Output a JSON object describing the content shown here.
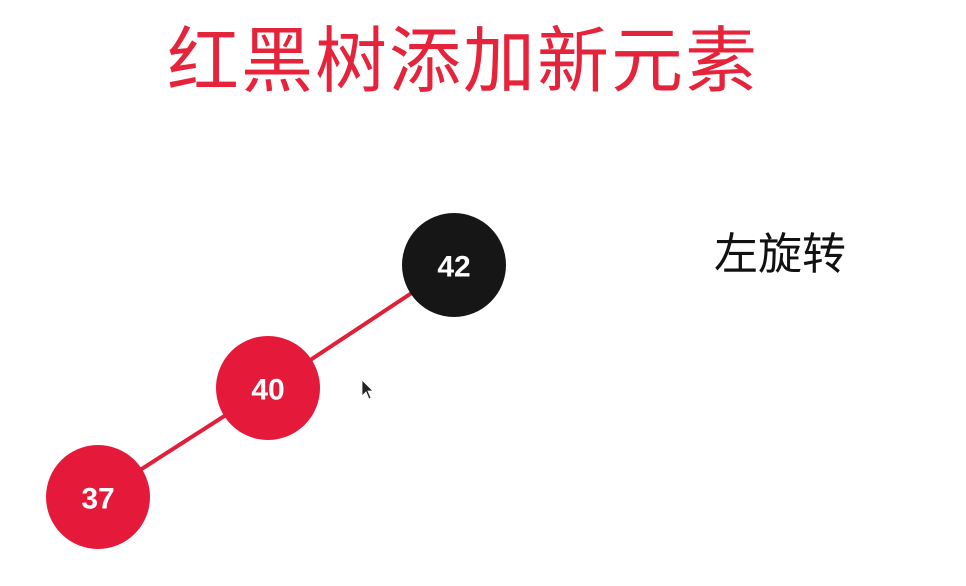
{
  "title": "红黑树添加新元素",
  "operation_label": "左旋转",
  "colors": {
    "red": "#e5193a",
    "black": "#161616",
    "edge": "#e01f3a",
    "title": "#e5233b"
  },
  "nodes": [
    {
      "value": "42",
      "color": "black"
    },
    {
      "value": "40",
      "color": "red"
    },
    {
      "value": "37",
      "color": "red"
    }
  ],
  "edges": [
    [
      "42",
      "40"
    ],
    [
      "40",
      "37"
    ]
  ]
}
